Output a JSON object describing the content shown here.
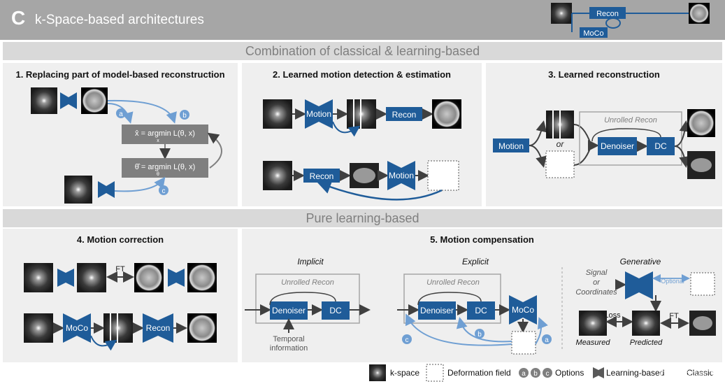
{
  "header": {
    "letter": "C",
    "title": "k-Space-based architectures",
    "recon": "Recon",
    "moco": "MoCo"
  },
  "sections": {
    "classical_learning": "Combination of classical & learning-based",
    "pure_learning": "Pure learning-based"
  },
  "panel1": {
    "title": "1. Replacing part of model-based reconstruction",
    "eq1": "x̂ = argmin L(θ, x)",
    "eq1_sub": "x",
    "eq2": "θ̂ = argmin L(θ, x)",
    "eq2_sub": "θ"
  },
  "panel2": {
    "title": "2. Learned motion detection & estimation",
    "motion": "Motion",
    "recon": "Recon"
  },
  "panel3": {
    "title": "3. Learned reconstruction",
    "motion": "Motion",
    "or": "or",
    "unrolled": "Unrolled Recon",
    "denoiser": "Denoiser",
    "dc": "DC"
  },
  "panel4": {
    "title": "4. Motion correction",
    "ft": "FT",
    "moco": "MoCo",
    "recon": "Recon"
  },
  "panel5": {
    "title": "5. Motion compensation",
    "implicit": "Implicit",
    "explicit": "Explicit",
    "generative": "Generative",
    "unrolled": "Unrolled Recon",
    "denoiser": "Denoiser",
    "dc": "DC",
    "moco": "MoCo",
    "temporal": "Temporal",
    "information": "information",
    "signal": "Signal",
    "or": "or",
    "coordinates": "Coordinates",
    "optional": "Optional",
    "loss": "Loss",
    "ft": "FT",
    "measured": "Measured",
    "predicted": "Predicted"
  },
  "options": [
    "a",
    "b",
    "c"
  ],
  "legend": {
    "kspace": "k-space",
    "deformation": "Deformation field",
    "options": "Options",
    "learning": "Learning-based",
    "classic": "Classic",
    "watermark": "CSDN @Gan_Ty"
  },
  "colors": {
    "blue": "#1f5c99",
    "light_blue": "#6f9fd3",
    "header_gray": "#a6a6a6",
    "band_gray": "#d9d9d9",
    "panel_gray": "#efefef"
  }
}
